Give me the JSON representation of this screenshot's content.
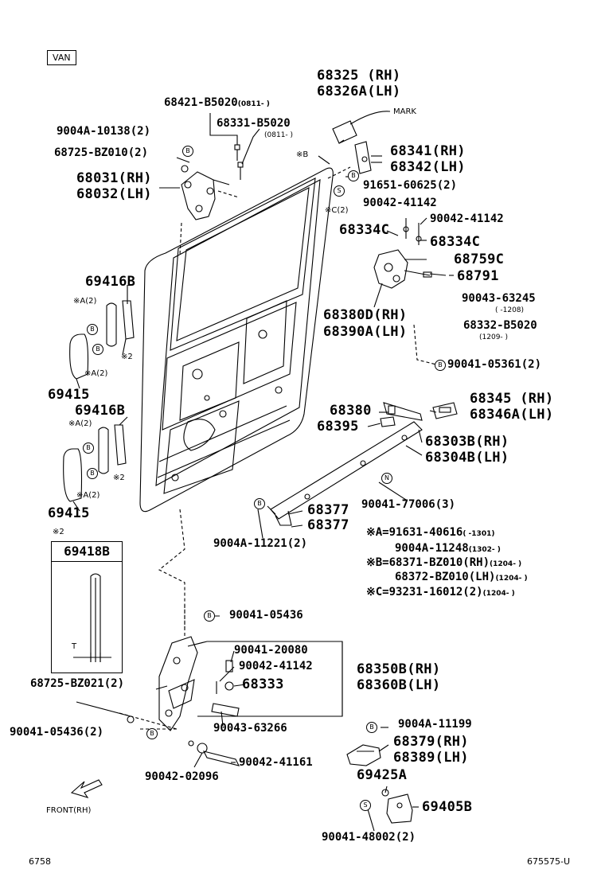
{
  "header": {
    "variant_box": "VAN"
  },
  "labels": {
    "p68325": "68325 (RH)",
    "p68326a": "68326A(LH)",
    "mark": "MARK",
    "p68421": "68421-B5020",
    "p68421_note": "(0811-  )",
    "p68331": "68331-B5020",
    "p68331_note": "(0811-  )",
    "p9004a10138": "9004A-10138(2)",
    "p68725bz010": "68725-BZ010(2)",
    "p68031": "68031(RH)",
    "p68032": "68032(LH)",
    "refB": "※B",
    "p68341": "68341(RH)",
    "p68342": "68342(LH)",
    "p91651": "91651-60625(2)",
    "p90042_41142a": "90042-41142",
    "refC2": "※C(2)",
    "p90042_41142b": "90042-41142",
    "p68334c_l": "68334C",
    "p68334c_r": "68334C",
    "p68759c": "68759C",
    "p68791": "68791",
    "p69416b_a": "69416B",
    "refA2_a": "※A(2)",
    "refA2_b": "※A(2)",
    "ref2_a": "※2",
    "p69415_a": "69415",
    "p90043_63245": "90043-63245",
    "p90043_63245_note": "(   -1208)",
    "p68332": "68332-B5020",
    "p68332_note": "(1209-  )",
    "p68380d": "68380D(RH)",
    "p68390a": "68390A(LH)",
    "p90041_05361": "90041-05361(2)",
    "p69416b_b": "69416B",
    "refA2_c": "※A(2)",
    "refA2_d": "※A(2)",
    "ref2_b": "※2",
    "p69415_b": "69415",
    "p68380": "68380",
    "p68395": "68395",
    "p68345": "68345 (RH)",
    "p68346a": "68346A(LH)",
    "p68303b": "68303B(RH)",
    "p68304b": "68304B(LH)",
    "p90041_77006": "90041-77006(3)",
    "p68377a": "68377",
    "p68377b": "68377",
    "p9004a11221": "9004A-11221(2)",
    "ref2_c": "※2",
    "inset_title": "69418B",
    "inset_t": "T",
    "p68725bz021": "68725-BZ021(2)",
    "p90041_05436a": "90041-05436",
    "p90041_20080": "90041-20080",
    "p90042_41142c": "90042-41142",
    "p68333": "68333",
    "p68350b": "68350B(RH)",
    "p68360b": "68360B(LH)",
    "p90041_05436b": "90041-05436(2)",
    "p90043_63266": "90043-63266",
    "p90042_41161": "90042-41161",
    "p90042_02096": "90042-02096",
    "p9004a11199": "9004A-11199",
    "p68379": "68379(RH)",
    "p68389": "68389(LH)",
    "p69425a": "69425A",
    "p69405b": "69405B",
    "p90041_48002": "90041-48002(2)",
    "front": "FRONT(RH)"
  },
  "notes": [
    {
      "ref": "※A=",
      "part": "91631-40616",
      "range": "(    -1301)"
    },
    {
      "ref": "",
      "part": "9004A-11248",
      "range": "(1302-    )"
    },
    {
      "ref": "※B=",
      "part": "68371-BZ010(RH)",
      "range": "(1204-    )"
    },
    {
      "ref": "",
      "part": "68372-BZ010(LH)",
      "range": "(1204-    )"
    },
    {
      "ref": "※C=",
      "part": "93231-16012(2)",
      "range": "(1204-    )"
    }
  ],
  "badges": {
    "B": "B",
    "S": "S",
    "N": "N"
  },
  "footer": {
    "left": "6758",
    "right": "675575-U"
  }
}
